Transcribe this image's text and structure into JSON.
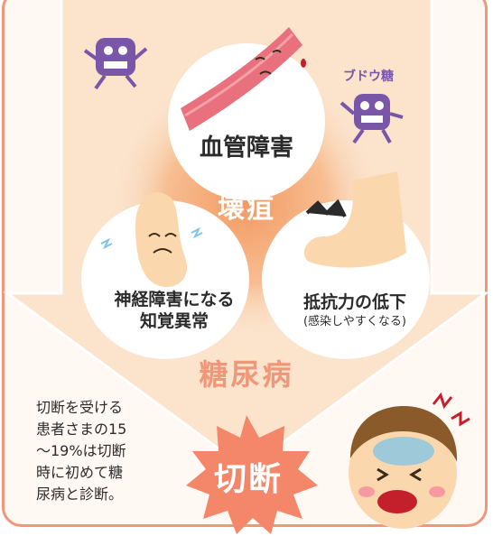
{
  "infographic": {
    "vessel_label": "血管障害",
    "gangrene_label": "壊疽",
    "nerve_label": [
      "神経障害になる",
      "知覚異常"
    ],
    "resistance_label": "抵抗力の低下",
    "resistance_sub": "(感染しやすくなる)",
    "diabetes_label": "糖尿病",
    "grape_sugar_label": "ブドウ糖",
    "amputation_label": "切断",
    "note_lines": [
      "切断を受ける",
      "患者さまの15",
      "〜19%は切断",
      "時に初めて糖",
      "尿病と診断。"
    ]
  },
  "colors": {
    "frame": "#f0977a",
    "arrow": "#fbe3cc",
    "glow": "#f7b98c",
    "germ": "#7a56a8",
    "burst": "#f4876a",
    "skin": "#fbd7ae"
  },
  "icons": [
    "blood-vessel-icon",
    "germ-icon",
    "foot-icon",
    "stepping-foot-icon",
    "worried-face-icon",
    "pain-burst-icon"
  ]
}
